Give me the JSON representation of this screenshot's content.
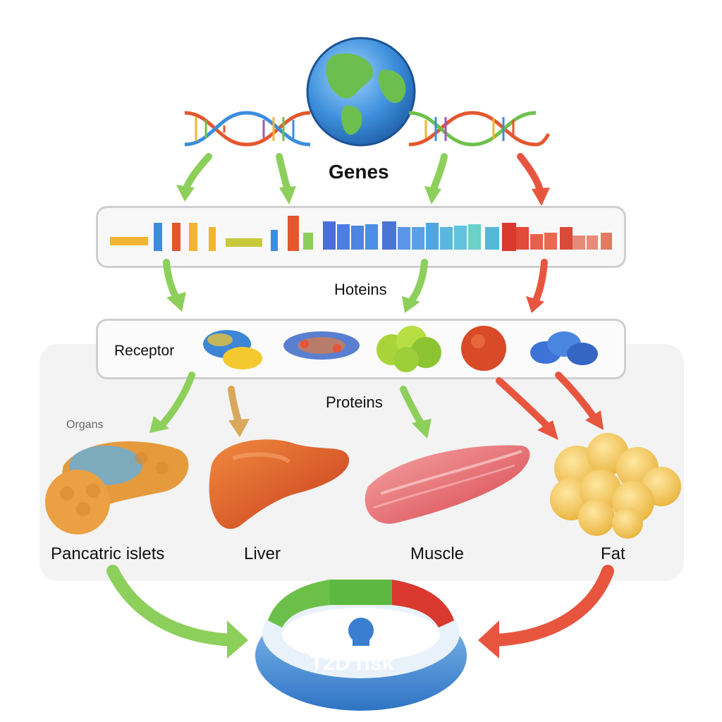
{
  "labels": {
    "genes": "Genes",
    "hoteins": "Hoteins",
    "receptor": "Receptor",
    "proteins": "Proteins",
    "organs": "Organs",
    "pancreatic": "Pancatric islets",
    "liver": "Liver",
    "muscle": "Muscle",
    "fat": "Fat",
    "gauge": "T2D risk"
  },
  "colors": {
    "green_arrow": "#8ccf5a",
    "red_arrow": "#e8553f",
    "tan_arrow": "#d9a85a",
    "gauge_blue": "#4a90d9"
  },
  "icons": [
    "globe-icon",
    "dna-helix-icon",
    "protein-blob-icon",
    "pancreas-icon",
    "liver-icon",
    "muscle-icon",
    "fat-cells-icon",
    "gauge-icon"
  ]
}
